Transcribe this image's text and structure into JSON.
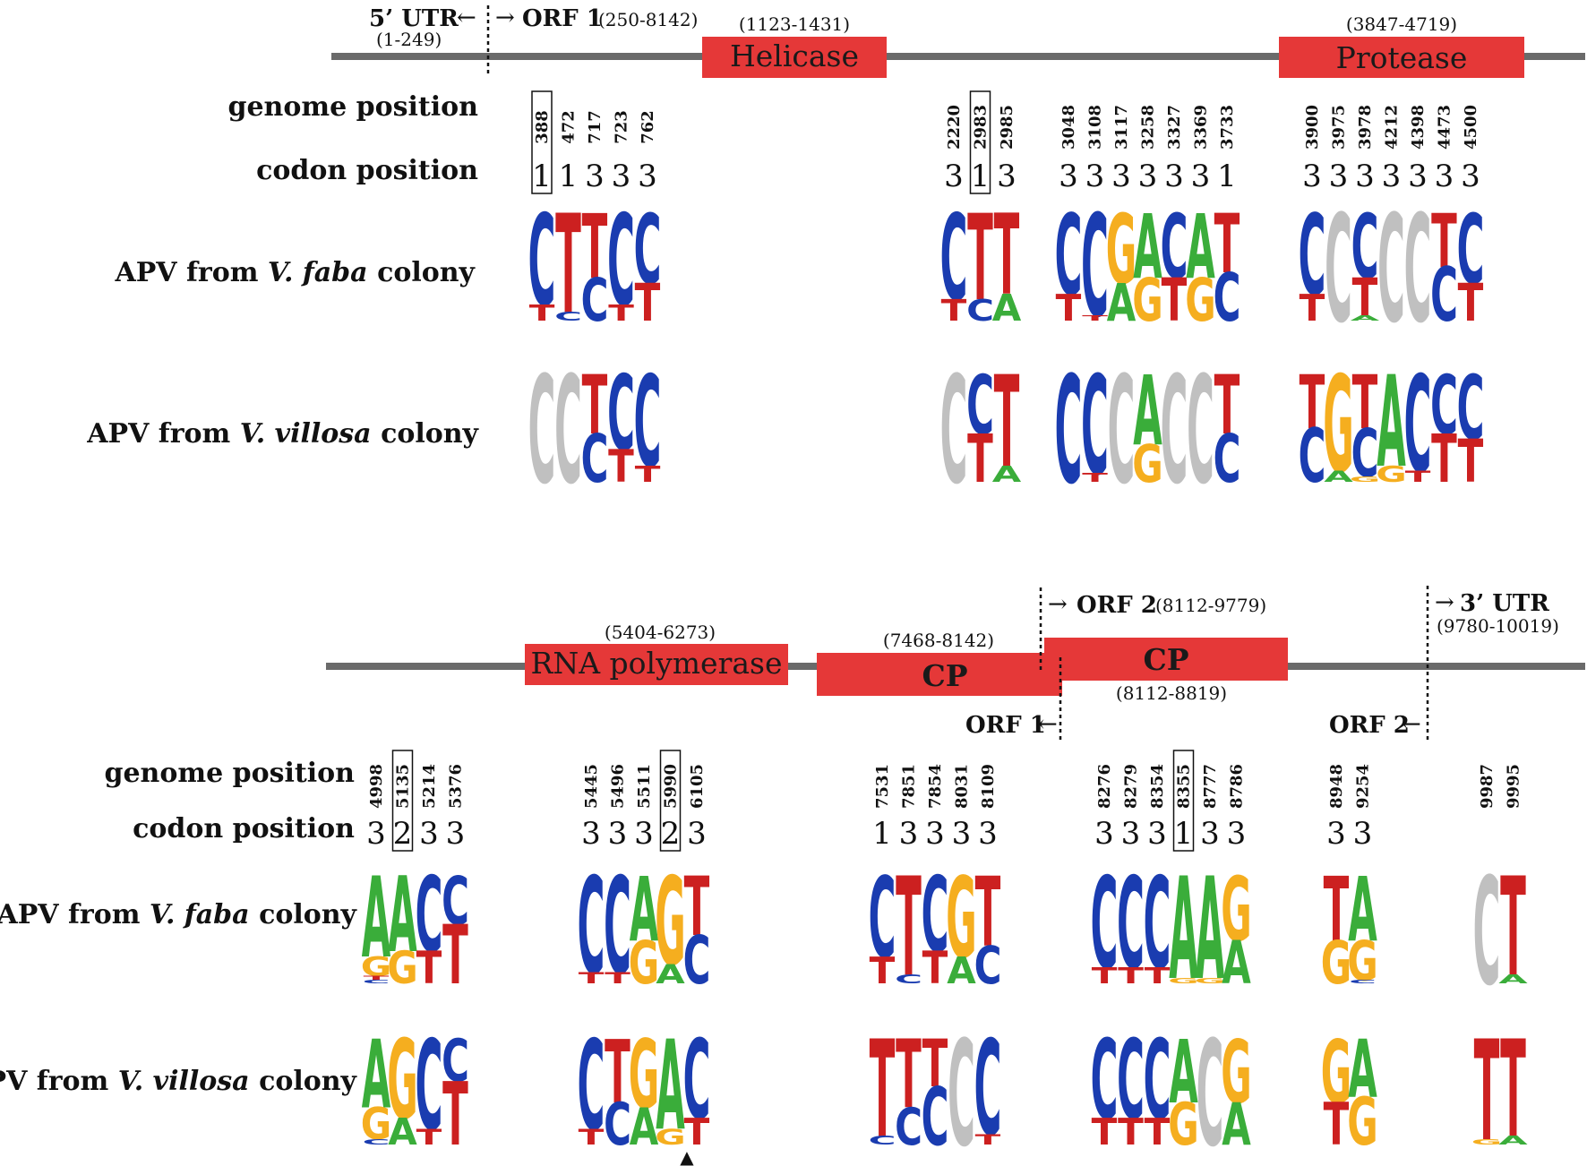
{
  "colors": {
    "A": "#3aad3a",
    "C": "#1a3cb0",
    "G": "#f5ae1f",
    "T": "#cc2020",
    "gap": "#c0c0c0",
    "domain": "#e53838",
    "line": "#6a6a6a"
  },
  "top": {
    "utr5": "5’ UTR",
    "utr5_arrow": "←",
    "utr5_range": "(1-249)",
    "orf1_arrow": "→",
    "orf1": "ORF 1",
    "orf1_range": "(250-8142)",
    "helicase": "Helicase",
    "helicase_range": "(1123-1431)",
    "protease": "Protease",
    "protease_range": "(3847-4719)",
    "genome_label": "genome position",
    "codon_label": "codon position",
    "row_prefix": "APV from",
    "faba_species": "V. faba",
    "villosa_species": "V. villosa",
    "row_suffix": "colony"
  },
  "bottom": {
    "orf2_arrow": "→",
    "orf2": "ORF 2",
    "orf2_range": "(8112-9779)",
    "utr3_arrow": "→",
    "utr3": "3’ UTR",
    "utr3_range": "(9780-10019)",
    "rnap": "RNA polymerase",
    "rnap_range": "(5404-6273)",
    "cp1": "CP",
    "cp1_range": "(7468-8142)",
    "cp2": "CP",
    "cp2_range": "(8112-8819)",
    "orf1_end": "ORF 1",
    "orf1_end_arrow": "←",
    "orf2_end": "ORF 2",
    "orf2_end_arrow": "←",
    "genome_label": "genome position",
    "codon_label": "codon position",
    "marker": "▲"
  },
  "groups": [
    {
      "id": "t1",
      "row": "top",
      "positions": [
        "388",
        "472",
        "717",
        "723",
        "762"
      ],
      "codons": [
        "1",
        "1",
        "3",
        "3",
        "3"
      ],
      "boxed": [
        0
      ],
      "faba": [
        [
          [
            "C",
            0.85
          ],
          [
            "T",
            0.15
          ]
        ],
        [
          [
            "T",
            0.92
          ],
          [
            "C",
            0.08
          ]
        ],
        [
          [
            "T",
            0.6
          ],
          [
            "C",
            0.4
          ]
        ],
        [
          [
            "C",
            0.85
          ],
          [
            "T",
            0.15
          ]
        ],
        [
          [
            "C",
            0.65
          ],
          [
            "T",
            0.35
          ]
        ]
      ],
      "villosa": [
        [
          [
            "gap",
            1.0
          ]
        ],
        [
          [
            "gap",
            1.0
          ]
        ],
        [
          [
            "T",
            0.55
          ],
          [
            "C",
            0.45
          ]
        ],
        [
          [
            "C",
            0.7
          ],
          [
            "T",
            0.3
          ]
        ],
        [
          [
            "C",
            0.85
          ],
          [
            "T",
            0.15
          ]
        ]
      ]
    },
    {
      "id": "t2",
      "row": "top",
      "positions": [
        "2220",
        "2983",
        "2985"
      ],
      "codons": [
        "3",
        "1",
        "3"
      ],
      "boxed": [
        1
      ],
      "faba": [
        [
          [
            "C",
            0.8
          ],
          [
            "T",
            0.2
          ]
        ],
        [
          [
            "T",
            0.8
          ],
          [
            "C",
            0.2
          ]
        ],
        [
          [
            "T",
            0.75
          ],
          [
            "A",
            0.25
          ]
        ]
      ],
      "villosa": [
        [
          [
            "gap",
            1.0
          ]
        ],
        [
          [
            "C",
            0.55
          ],
          [
            "T",
            0.45
          ]
        ],
        [
          [
            "T",
            0.85
          ],
          [
            "A",
            0.15
          ]
        ]
      ]
    },
    {
      "id": "t3",
      "row": "top",
      "positions": [
        "3048",
        "3108",
        "3117",
        "3258",
        "3327",
        "3369",
        "3733"
      ],
      "codons": [
        "3",
        "3",
        "3",
        "3",
        "3",
        "3",
        "1"
      ],
      "boxed": [],
      "faba": [
        [
          [
            "C",
            0.75
          ],
          [
            "T",
            0.25
          ]
        ],
        [
          [
            "C",
            0.95
          ],
          [
            "T",
            0.05
          ]
        ],
        [
          [
            "G",
            0.65
          ],
          [
            "A",
            0.35
          ]
        ],
        [
          [
            "A",
            0.6
          ],
          [
            "G",
            0.4
          ]
        ],
        [
          [
            "C",
            0.6
          ],
          [
            "T",
            0.4
          ]
        ],
        [
          [
            "A",
            0.6
          ],
          [
            "G",
            0.4
          ]
        ],
        [
          [
            "T",
            0.55
          ],
          [
            "C",
            0.45
          ]
        ]
      ],
      "villosa": [
        [
          [
            "C",
            1.0
          ]
        ],
        [
          [
            "C",
            0.92
          ],
          [
            "T",
            0.08
          ]
        ],
        [
          [
            "gap",
            1.0
          ]
        ],
        [
          [
            "A",
            0.65
          ],
          [
            "G",
            0.35
          ]
        ],
        [
          [
            "gap",
            1.0
          ]
        ],
        [
          [
            "gap",
            1.0
          ]
        ],
        [
          [
            "T",
            0.55
          ],
          [
            "C",
            0.45
          ]
        ]
      ]
    },
    {
      "id": "t4",
      "row": "top",
      "positions": [
        "3900",
        "3975",
        "3978",
        "4212",
        "4398",
        "4473",
        "4500"
      ],
      "codons": [
        "3",
        "3",
        "3",
        "3",
        "3",
        "3",
        "3"
      ],
      "boxed": [],
      "faba": [
        [
          [
            "C",
            0.75
          ],
          [
            "T",
            0.25
          ]
        ],
        [
          [
            "gap",
            1.0
          ]
        ],
        [
          [
            "C",
            0.6
          ],
          [
            "T",
            0.35
          ],
          [
            "A",
            0.05
          ]
        ],
        [
          [
            "gap",
            1.0
          ]
        ],
        [
          [
            "gap",
            1.0
          ]
        ],
        [
          [
            "T",
            0.5
          ],
          [
            "C",
            0.5
          ]
        ],
        [
          [
            "C",
            0.65
          ],
          [
            "T",
            0.35
          ]
        ]
      ],
      "villosa": [
        [
          [
            "T",
            0.5
          ],
          [
            "C",
            0.5
          ]
        ],
        [
          [
            "G",
            0.9
          ],
          [
            "A",
            0.1
          ]
        ],
        [
          [
            "T",
            0.5
          ],
          [
            "C",
            0.45
          ],
          [
            "G",
            0.05
          ]
        ],
        [
          [
            "A",
            0.85
          ],
          [
            "G",
            0.15
          ]
        ],
        [
          [
            "C",
            0.9
          ],
          [
            "T",
            0.1
          ]
        ],
        [
          [
            "C",
            0.55
          ],
          [
            "T",
            0.45
          ]
        ],
        [
          [
            "C",
            0.6
          ],
          [
            "T",
            0.4
          ]
        ]
      ]
    },
    {
      "id": "b1",
      "row": "bottom",
      "positions": [
        "4998",
        "5135",
        "5214",
        "5376"
      ],
      "codons": [
        "3",
        "2",
        "3",
        "3"
      ],
      "boxed": [
        1
      ],
      "faba": [
        [
          [
            "A",
            0.75
          ],
          [
            "G",
            0.18
          ],
          [
            "T",
            0.04
          ],
          [
            "C",
            0.03
          ]
        ],
        [
          [
            "A",
            0.7
          ],
          [
            "G",
            0.3
          ]
        ],
        [
          [
            "C",
            0.7
          ],
          [
            "T",
            0.3
          ]
        ],
        [
          [
            "C",
            0.45
          ],
          [
            "T",
            0.55
          ]
        ]
      ],
      "villosa": [
        [
          [
            "A",
            0.65
          ],
          [
            "G",
            0.3
          ],
          [
            "C",
            0.05
          ]
        ],
        [
          [
            "G",
            0.75
          ],
          [
            "A",
            0.25
          ]
        ],
        [
          [
            "C",
            0.85
          ],
          [
            "T",
            0.15
          ]
        ],
        [
          [
            "C",
            0.4
          ],
          [
            "T",
            0.6
          ]
        ]
      ]
    },
    {
      "id": "b2",
      "row": "bottom",
      "positions": [
        "5445",
        "5496",
        "5511",
        "5990",
        "6105"
      ],
      "codons": [
        "3",
        "3",
        "3",
        "2",
        "3"
      ],
      "boxed": [
        3
      ],
      "faba": [
        [
          [
            "C",
            0.9
          ],
          [
            "T",
            0.1
          ]
        ],
        [
          [
            "C",
            0.9
          ],
          [
            "T",
            0.1
          ]
        ],
        [
          [
            "A",
            0.6
          ],
          [
            "G",
            0.4
          ]
        ],
        [
          [
            "G",
            0.82
          ],
          [
            "A",
            0.18
          ]
        ],
        [
          [
            "T",
            0.55
          ],
          [
            "C",
            0.45
          ]
        ]
      ],
      "villosa": [
        [
          [
            "C",
            0.85
          ],
          [
            "T",
            0.15
          ]
        ],
        [
          [
            "T",
            0.6
          ],
          [
            "C",
            0.4
          ]
        ],
        [
          [
            "G",
            0.65
          ],
          [
            "A",
            0.35
          ]
        ],
        [
          [
            "A",
            0.85
          ],
          [
            "G",
            0.15
          ]
        ],
        [
          [
            "C",
            0.75
          ],
          [
            "T",
            0.25
          ]
        ]
      ]
    },
    {
      "id": "b3",
      "row": "bottom",
      "positions": [
        "7531",
        "7851",
        "7854",
        "8031",
        "8109"
      ],
      "codons": [
        "1",
        "3",
        "3",
        "3",
        "3"
      ],
      "boxed": [],
      "faba": [
        [
          [
            "C",
            0.75
          ],
          [
            "T",
            0.25
          ]
        ],
        [
          [
            "T",
            0.92
          ],
          [
            "C",
            0.08
          ]
        ],
        [
          [
            "C",
            0.7
          ],
          [
            "T",
            0.3
          ]
        ],
        [
          [
            "G",
            0.75
          ],
          [
            "A",
            0.25
          ]
        ],
        [
          [
            "T",
            0.65
          ],
          [
            "C",
            0.35
          ]
        ]
      ],
      "villosa": [
        [
          [
            "T",
            0.92
          ],
          [
            "C",
            0.08
          ]
        ],
        [
          [
            "T",
            0.65
          ],
          [
            "C",
            0.35
          ]
        ],
        [
          [
            "T",
            0.45
          ],
          [
            "C",
            0.55
          ]
        ],
        [
          [
            "gap",
            1.0
          ]
        ],
        [
          [
            "C",
            0.9
          ],
          [
            "T",
            0.1
          ]
        ]
      ]
    },
    {
      "id": "b4",
      "row": "bottom",
      "positions": [
        "8276",
        "8279",
        "8354",
        "8355",
        "8777",
        "8786"
      ],
      "codons": [
        "3",
        "3",
        "3",
        "1",
        "3",
        "3"
      ],
      "boxed": [
        3
      ],
      "faba": [
        [
          [
            "C",
            0.85
          ],
          [
            "T",
            0.15
          ]
        ],
        [
          [
            "C",
            0.85
          ],
          [
            "T",
            0.15
          ]
        ],
        [
          [
            "C",
            0.85
          ],
          [
            "T",
            0.15
          ]
        ],
        [
          [
            "A",
            0.95
          ],
          [
            "G",
            0.05
          ]
        ],
        [
          [
            "A",
            0.95
          ],
          [
            "G",
            0.05
          ]
        ],
        [
          [
            "G",
            0.6
          ],
          [
            "A",
            0.4
          ]
        ]
      ],
      "villosa": [
        [
          [
            "C",
            0.75
          ],
          [
            "T",
            0.25
          ]
        ],
        [
          [
            "C",
            0.75
          ],
          [
            "T",
            0.25
          ]
        ],
        [
          [
            "C",
            0.75
          ],
          [
            "T",
            0.25
          ]
        ],
        [
          [
            "A",
            0.6
          ],
          [
            "G",
            0.4
          ]
        ],
        [
          [
            "gap",
            1.0
          ]
        ],
        [
          [
            "G",
            0.6
          ],
          [
            "A",
            0.4
          ]
        ]
      ]
    },
    {
      "id": "b5",
      "row": "bottom",
      "positions": [
        "8948",
        "9254"
      ],
      "codons": [
        "3",
        "3"
      ],
      "boxed": [],
      "faba": [
        [
          [
            "T",
            0.6
          ],
          [
            "G",
            0.4
          ]
        ],
        [
          [
            "A",
            0.6
          ],
          [
            "G",
            0.37
          ],
          [
            "C",
            0.03
          ]
        ]
      ],
      "villosa": [
        [
          [
            "G",
            0.6
          ],
          [
            "T",
            0.4
          ]
        ],
        [
          [
            "A",
            0.55
          ],
          [
            "G",
            0.45
          ]
        ]
      ]
    },
    {
      "id": "b6",
      "row": "bottom",
      "positions": [
        "9987",
        "9995"
      ],
      "codons": [
        "",
        ""
      ],
      "boxed": [],
      "faba": [
        [
          [
            "gap",
            1.0
          ]
        ],
        [
          [
            "T",
            0.92
          ],
          [
            "A",
            0.08
          ]
        ]
      ],
      "villosa": [
        [
          [
            "T",
            0.95
          ],
          [
            "G",
            0.05
          ]
        ],
        [
          [
            "T",
            0.92
          ],
          [
            "A",
            0.08
          ]
        ]
      ]
    }
  ]
}
